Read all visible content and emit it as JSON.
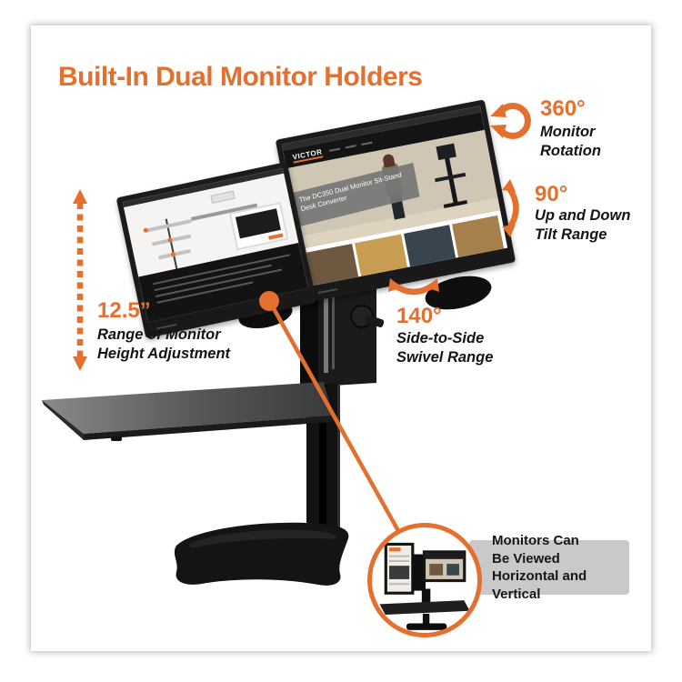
{
  "page": {
    "title": "Built-In Dual Monitor Holders"
  },
  "colors": {
    "accent": "#E3702F",
    "caption_box": "#C9C9C9",
    "stand_black": "#161616"
  },
  "callouts": {
    "rotation": {
      "value": "360°",
      "label": "Monitor Rotation",
      "icon": "circular-rotation-arrow"
    },
    "tilt": {
      "value": "90°",
      "label": "Up and Down\nTilt Range",
      "icon": "vertical-tilt-arc-arrow"
    },
    "swivel": {
      "value": "140°",
      "label": "Side-to-Side\nSwivel Range",
      "icon": "horizontal-swivel-arc-arrow"
    },
    "height": {
      "value": "12.5”",
      "label": "Range of Monitor\nHeight Adjustment",
      "icon": "vertical-dashed-double-arrow"
    }
  },
  "inset": {
    "caption": "Monitors Can\nBe Viewed\nHorizontal and Vertical"
  },
  "screens": {
    "right": {
      "brand": "VICTOR",
      "headline": "The DC350 Dual Monitor Sit-Stand Desk Converter"
    }
  }
}
